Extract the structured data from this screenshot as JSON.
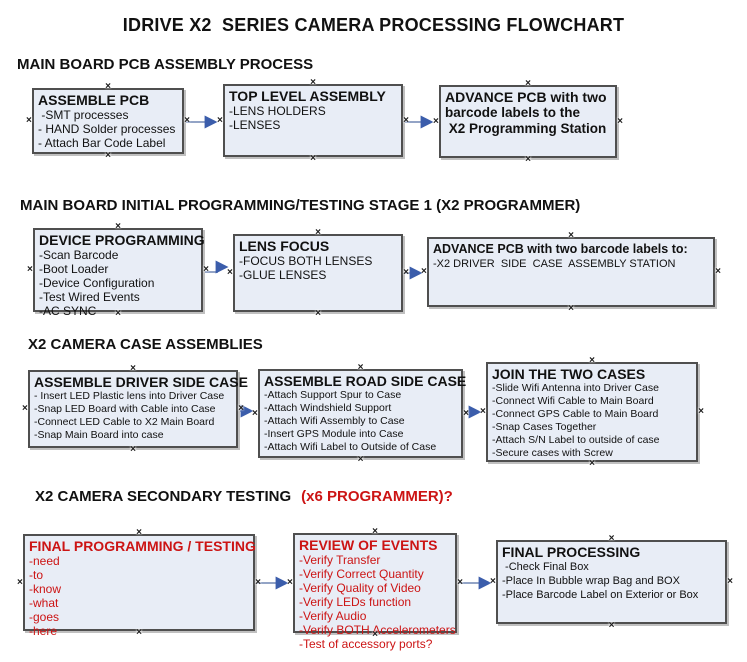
{
  "page": {
    "title": "IDRIVE X2  SERIES CAMERA PROCESSING FLOWCHART"
  },
  "colors": {
    "box_fill": "#e8edf6",
    "box_border": "#4f4f4f",
    "accent_red": "#cc1414",
    "connector_line": "#93a4c6",
    "connector_arrowhead": "#3b5dab"
  },
  "sections": [
    {
      "heading": "MAIN BOARD PCB ASSEMBLY PROCESS",
      "boxes": [
        {
          "title": "ASSEMBLE PCB",
          "lines": [
            " -SMT processes",
            "- HAND Solder processes",
            "- Attach Bar Code Label"
          ]
        },
        {
          "title": "TOP LEVEL ASSEMBLY",
          "lines": [
            "-LENS HOLDERS",
            "-LENSES"
          ]
        },
        {
          "title": "ADVANCE PCB with two",
          "lines": [
            "barcode labels to the",
            " X2 Programming Station"
          ]
        }
      ]
    },
    {
      "heading": "MAIN BOARD INITIAL PROGRAMMING/TESTING STAGE 1 (X2 PROGRAMMER)",
      "boxes": [
        {
          "title": "DEVICE PROGRAMMING",
          "lines": [
            "-Scan Barcode",
            "-Boot Loader",
            "-Device Configuration",
            "-Test Wired Events",
            "-AC SYNC"
          ]
        },
        {
          "title": "LENS FOCUS",
          "lines": [
            "-FOCUS BOTH LENSES",
            "-GLUE LENSES"
          ]
        },
        {
          "title": "ADVANCE PCB with two barcode labels to:",
          "lines": [
            "-X2 DRIVER  SIDE  CASE  ASSEMBLY STATION"
          ]
        }
      ]
    },
    {
      "heading": "X2 CAMERA CASE ASSEMBLIES",
      "boxes": [
        {
          "title": "ASSEMBLE DRIVER SIDE CASE",
          "lines": [
            "- Insert LED Plastic lens into Driver Case",
            "-Snap LED Board with Cable into Case",
            "-Connect LED Cable to X2 Main Board",
            "-Snap Main Board into case"
          ]
        },
        {
          "title": "ASSEMBLE ROAD SIDE CASE",
          "lines": [
            "-Attach Support Spur to Case",
            "-Attach Windshield Support",
            "-Attach Wifi Assembly to Case",
            "-Insert GPS Module into Case",
            "-Attach Wifi Label to Outside of Case"
          ]
        },
        {
          "title": "JOIN THE TWO CASES",
          "lines": [
            "-Slide Wifi Antenna into Driver Case",
            "-Connect Wifi Cable to Main Board",
            "-Connect GPS Cable to Main Board",
            "-Snap Cases Together",
            "-Attach S/N Label to outside of case",
            "-Secure cases with Screw"
          ]
        }
      ]
    },
    {
      "heading": "X2 CAMERA SECONDARY TESTING",
      "heading_suffix": "(x6 PROGRAMMER)?",
      "boxes": [
        {
          "title": "FINAL PROGRAMMING / TESTING",
          "lines": [
            "-need",
            "-to",
            "-know",
            "-what",
            "-goes",
            "-here"
          ]
        },
        {
          "title": "REVIEW OF EVENTS",
          "lines": [
            "-Verify Transfer",
            "-Verify Correct Quantity",
            "-Verify Quality of Video",
            "-Verify LEDs function",
            "-Verify Audio",
            "-Verify BOTH Accelerometers",
            "-Test of accessory ports?"
          ]
        },
        {
          "title": "FINAL PROCESSING",
          "lines": [
            " -Check Final Box",
            "-Place In Bubble wrap Bag and BOX",
            "-Place Barcode Label on Exterior or Box"
          ]
        }
      ]
    }
  ]
}
